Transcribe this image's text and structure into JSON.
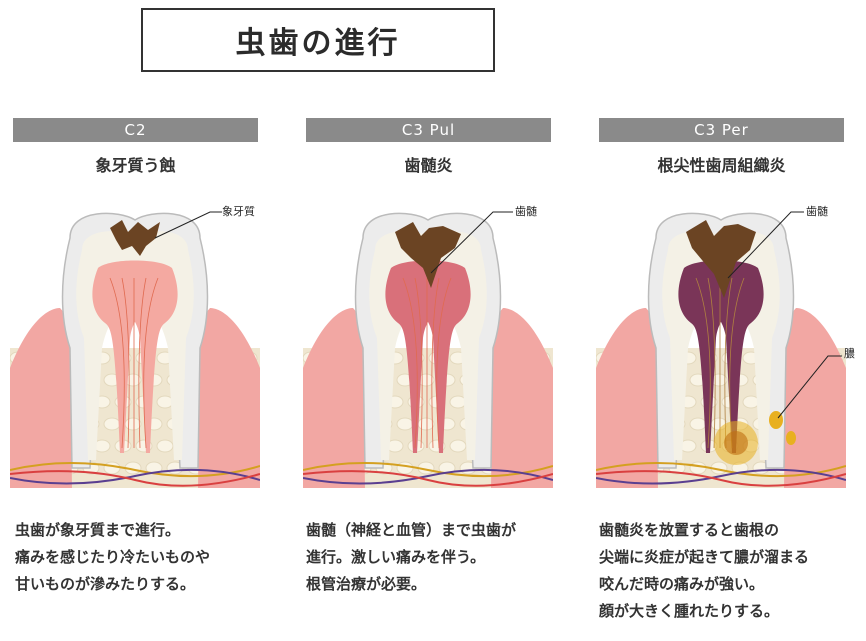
{
  "title": "虫歯の進行",
  "stages": [
    {
      "code": "C2",
      "name": "象牙質う蝕",
      "callouts": [
        "象牙質"
      ],
      "desc": [
        "虫歯が象牙質まで進行。",
        "痛みを感じたり冷たいものや",
        "甘いものが滲みたりする。"
      ]
    },
    {
      "code": "C3 Pul",
      "name": "歯髄炎",
      "callouts": [
        "歯髄"
      ],
      "desc": [
        "歯髄（神経と血管）まで虫歯が",
        "進行。激しい痛みを伴う。",
        "根管治療が必要。"
      ]
    },
    {
      "code": "C3 Per",
      "name": "根尖性歯周組織炎",
      "callouts": [
        "歯髄",
        "膿"
      ],
      "desc": [
        "歯髄炎を放置すると歯根の",
        "尖端に炎症が起きて膿が溜まる",
        "咬んだ時の痛みが強い。",
        "顔が大きく腫れたりする。"
      ]
    }
  ],
  "colors": {
    "header_bg": "#8a8a8a",
    "enamel": "#f4f1e6",
    "gum": "#f2a7a3",
    "bone": "#efe6d0",
    "decay": "#6b4423",
    "pulp_healthy": "#f4a9a1",
    "pulp_inflamed": "#d9707a",
    "pulp_necrotic": "#7a3558",
    "pus": "#e8b020"
  }
}
